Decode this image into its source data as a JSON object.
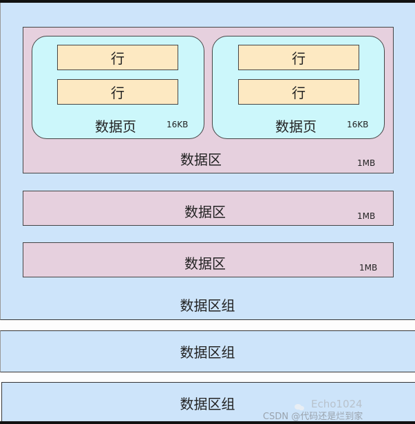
{
  "diagram": {
    "colors": {
      "group_bg": "#cde4fa",
      "extent_bg": "#e6d0de",
      "page_bg": "#ccf7fb",
      "row_bg": "#fde9c2",
      "border": "#444444"
    },
    "groups": [
      {
        "label": "数据区组",
        "extents": [
          {
            "label": "数据区",
            "size": "1MB",
            "pages": [
              {
                "label": "数据页",
                "size": "16KB",
                "rows": [
                  "行",
                  "行"
                ]
              },
              {
                "label": "数据页",
                "size": "16KB",
                "rows": [
                  "行",
                  "行"
                ]
              }
            ]
          },
          {
            "label": "数据区",
            "size": "1MB"
          },
          {
            "label": "数据区",
            "size": "1MB"
          }
        ]
      },
      {
        "label": "数据区组"
      },
      {
        "label": "数据区组"
      }
    ]
  },
  "watermark": {
    "icon": "wechat-icon",
    "account": "Echo1024",
    "source": "CSDN @代码还是烂到家"
  }
}
